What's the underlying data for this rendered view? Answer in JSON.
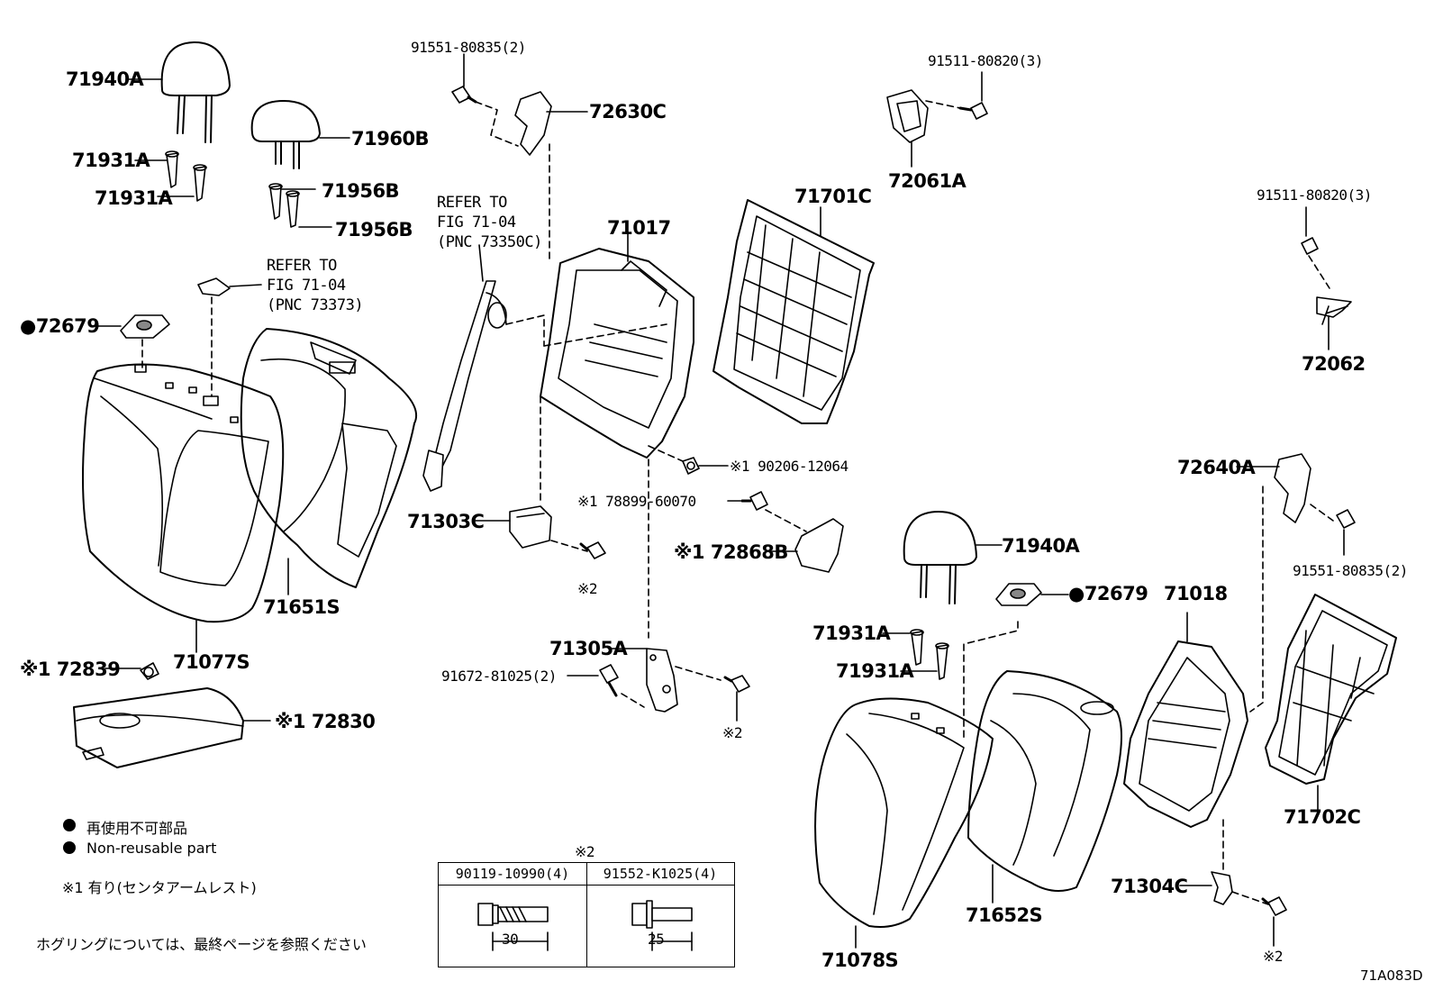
{
  "callouts": {
    "p71940A_top": "71940A",
    "p71931A_1": "71931A",
    "p71931A_2": "71931A",
    "p71960B": "71960B",
    "p71956B_1": "71956B",
    "p71956B_2": "71956B",
    "p72679_left": "●72679",
    "p71651S": "71651S",
    "p71077S": "71077S",
    "p72839": "※1 72839",
    "p72830": "※1 72830",
    "p91551_top": "91551-80835(2)",
    "p72630C": "72630C",
    "p71017": "71017",
    "p71701C": "71701C",
    "p91511_top": "91511-80820(3)",
    "p72061A": "72061A",
    "p91511_right": "91511-80820(3)",
    "p72062": "72062",
    "p90206": "※1 90206-12064",
    "p78899": "※1 78899-60070",
    "p72868B": "※1 72868B",
    "p71303C": "71303C",
    "p2_a": "※2",
    "p71305A": "71305A",
    "p91672": "91672-81025(2)",
    "p2_b": "※2",
    "p72640A": "72640A",
    "p91551_right": "91551-80835(2)",
    "p71940A_right": "71940A",
    "p72679_right": "●72679",
    "p71018": "71018",
    "p71931A_3": "71931A",
    "p71931A_4": "71931A",
    "p71702C": "71702C",
    "p71652S": "71652S",
    "p71078S": "71078S",
    "p71304C": "71304C",
    "p2_c": "※2"
  },
  "refs": {
    "ref1": "REFER TO\nFIG 71-04\n(PNC 73373)",
    "ref2": "REFER TO\nFIG 71-04\n(PNC 73350C)"
  },
  "notes": {
    "nonreusable_jp": "再使用不可部品",
    "nonreusable_en": "Non-reusable part",
    "center_armrest": "※1 有り(センタアームレスト)",
    "hog_ring": "ホグリングについては、最終ページを参照ください"
  },
  "fastener_table": {
    "mark": "※2",
    "col1_part": "90119-10990(4)",
    "col1_len": "30",
    "col2_part": "91552-K1025(4)",
    "col2_len": "25"
  },
  "figure_code": "71A083D"
}
